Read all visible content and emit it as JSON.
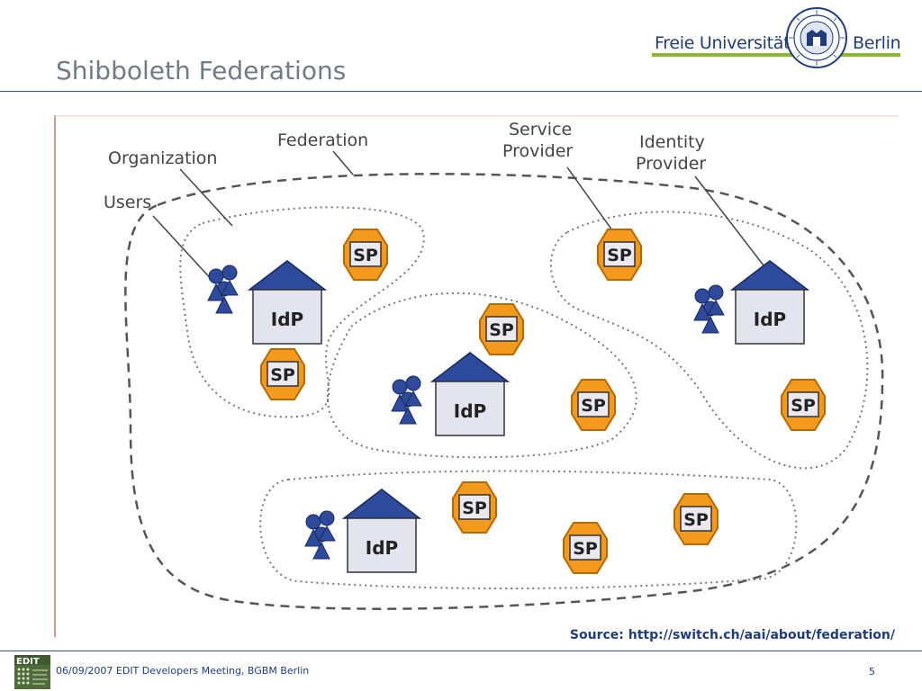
{
  "slide": {
    "title": "Shibboleth Federations",
    "source": "Source: http://switch.ch/aai/about/federation/",
    "footer": "06/09/2007 EDIT Developers Meeting, BGBM Berlin",
    "page_number": "5"
  },
  "logo": {
    "left": "Freie Universität",
    "right": "Berlin",
    "accent": "#8ab92d",
    "color": "#1f3d7a"
  },
  "diagram": {
    "labels": {
      "organization": "Organization",
      "federation": "Federation",
      "users": "Users",
      "service_provider": [
        "Service",
        "Provider"
      ],
      "identity_provider": [
        "Identity",
        "Provider"
      ]
    },
    "sp": "SP",
    "idp": "IdP",
    "colors": {
      "sp_fill": "#f39a1c",
      "idp_roof": "#2d4a9c",
      "idp_body": "#e4e4ee",
      "user": "#2d4a9c"
    }
  },
  "edit_logo": {
    "label": "EDIT"
  }
}
